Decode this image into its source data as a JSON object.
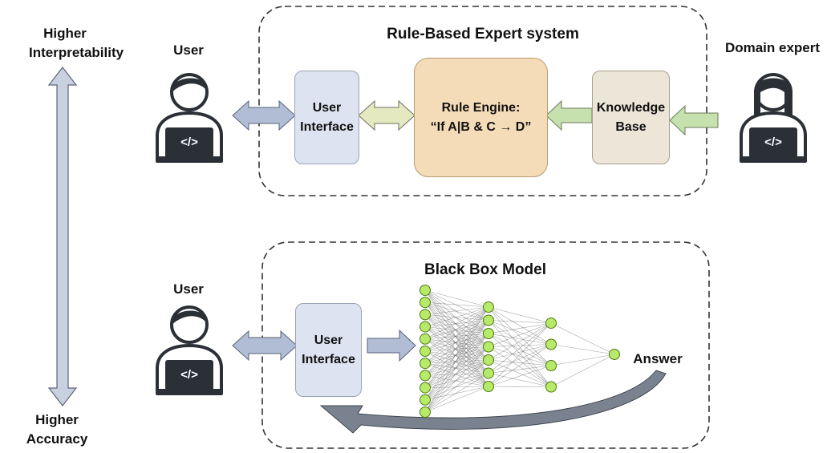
{
  "interpretability_label": "Higher\nInterpretability",
  "accuracy_label": "Higher\nAccuracy",
  "rule_system": {
    "title": "Rule-Based Expert system",
    "user_label": "User",
    "expert_label": "Domain expert",
    "interface_label": "User\nInterface",
    "engine_label": "Rule Engine:\n“If A|B & C → D”",
    "knowledge_label": "Knowledge\nBase"
  },
  "black_box": {
    "title": "Black Box Model",
    "user_label": "User",
    "interface_label": "User\nInterface",
    "answer_label": "Answer"
  },
  "laptop_code_glyph": "</>",
  "colors": {
    "interface_fill": "#dde3f0",
    "engine_fill": "#f5dcb8",
    "knowledge_fill": "#ece5d8",
    "node_fill": "#b7ea66",
    "arrow_blue": "#a9b7cf",
    "arrow_yellow": "#e8ecc4",
    "arrow_green": "#c8e2b0"
  }
}
